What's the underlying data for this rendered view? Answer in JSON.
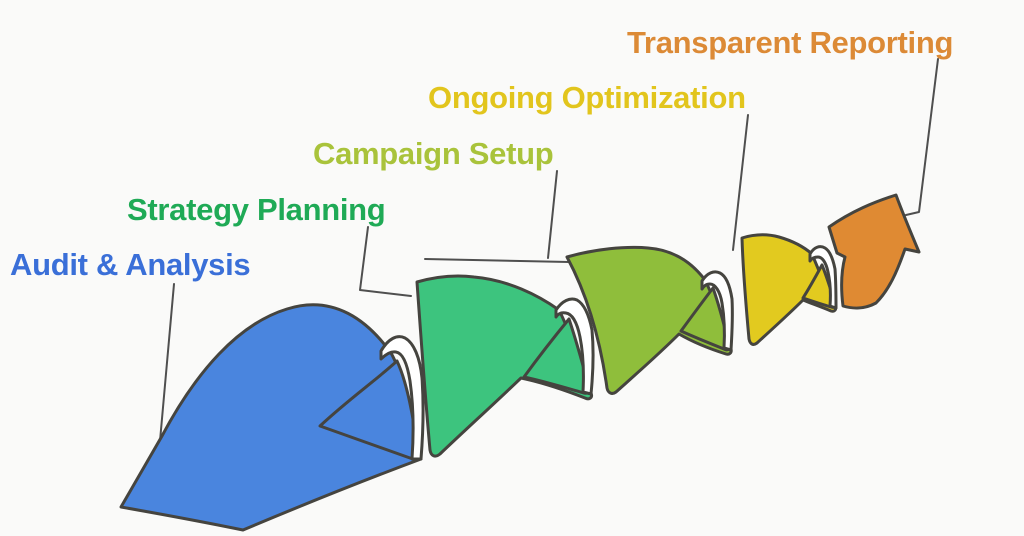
{
  "diagram": {
    "type": "process-flow-wave-ribbon",
    "steps": [
      {
        "label": "Audit & Analysis",
        "label_color": "#3a6fd8",
        "shape_color": "#4a85de"
      },
      {
        "label": "Strategy Planning",
        "label_color": "#1faa56",
        "shape_color": "#3dc47e"
      },
      {
        "label": "Campaign Setup",
        "label_color": "#a9c33b",
        "shape_color": "#8fbe3b"
      },
      {
        "label": "Ongoing Optimization",
        "label_color": "#e2c51d",
        "shape_color": "#e2ca1f"
      },
      {
        "label": "Transparent Reporting",
        "label_color": "#dc8a36",
        "shape_color": "#df8a33"
      }
    ],
    "palette": {
      "background": "#fafaf9",
      "shape_outline": "#45443f",
      "fold_fill": "#ffffff",
      "connector_color": "#4f4f4f"
    }
  }
}
